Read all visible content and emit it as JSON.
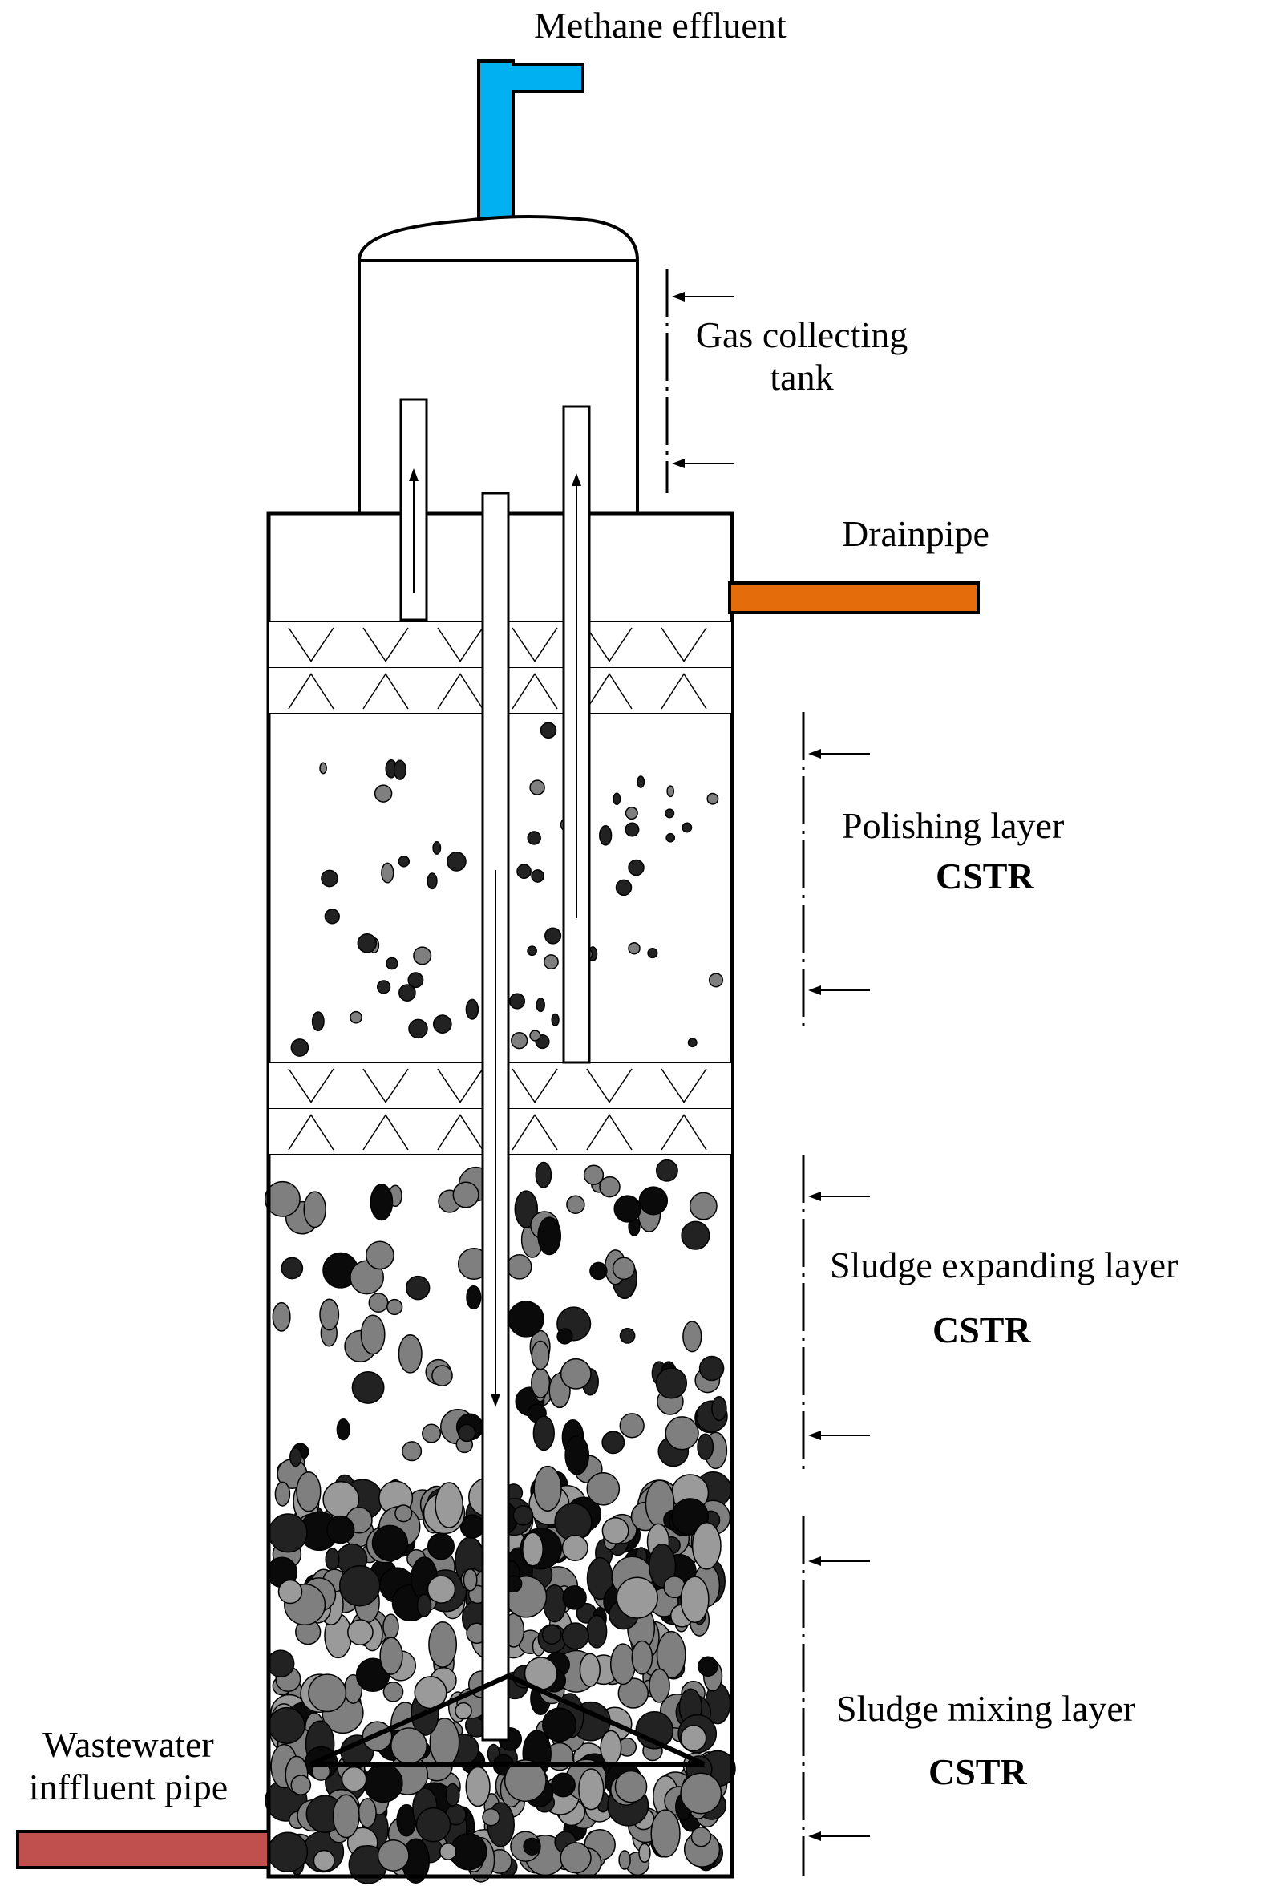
{
  "labels": {
    "methane": "Methane effluent",
    "gas_tank_line1": "Gas collecting",
    "gas_tank_line2": "tank",
    "drainpipe": "Drainpipe",
    "polishing": "Polishing layer",
    "polishing_type": "CSTR",
    "expanding": "Sludge expanding layer",
    "expanding_type": "CSTR",
    "mixing": "Sludge mixing layer",
    "mixing_type": "CSTR",
    "influent_line1": "Wastewater",
    "influent_line2": "inffluent pipe"
  },
  "colors": {
    "outline": "#000000",
    "methane_pipe": "#00b0f0",
    "drainpipe": "#e46c0a",
    "influent_pipe": "#c0504d",
    "particle_dark": "#222222",
    "particle_black": "#0a0a0a",
    "particle_grey": "#7f7f7f",
    "particle_light_grey": "#9a9a9a"
  }
}
